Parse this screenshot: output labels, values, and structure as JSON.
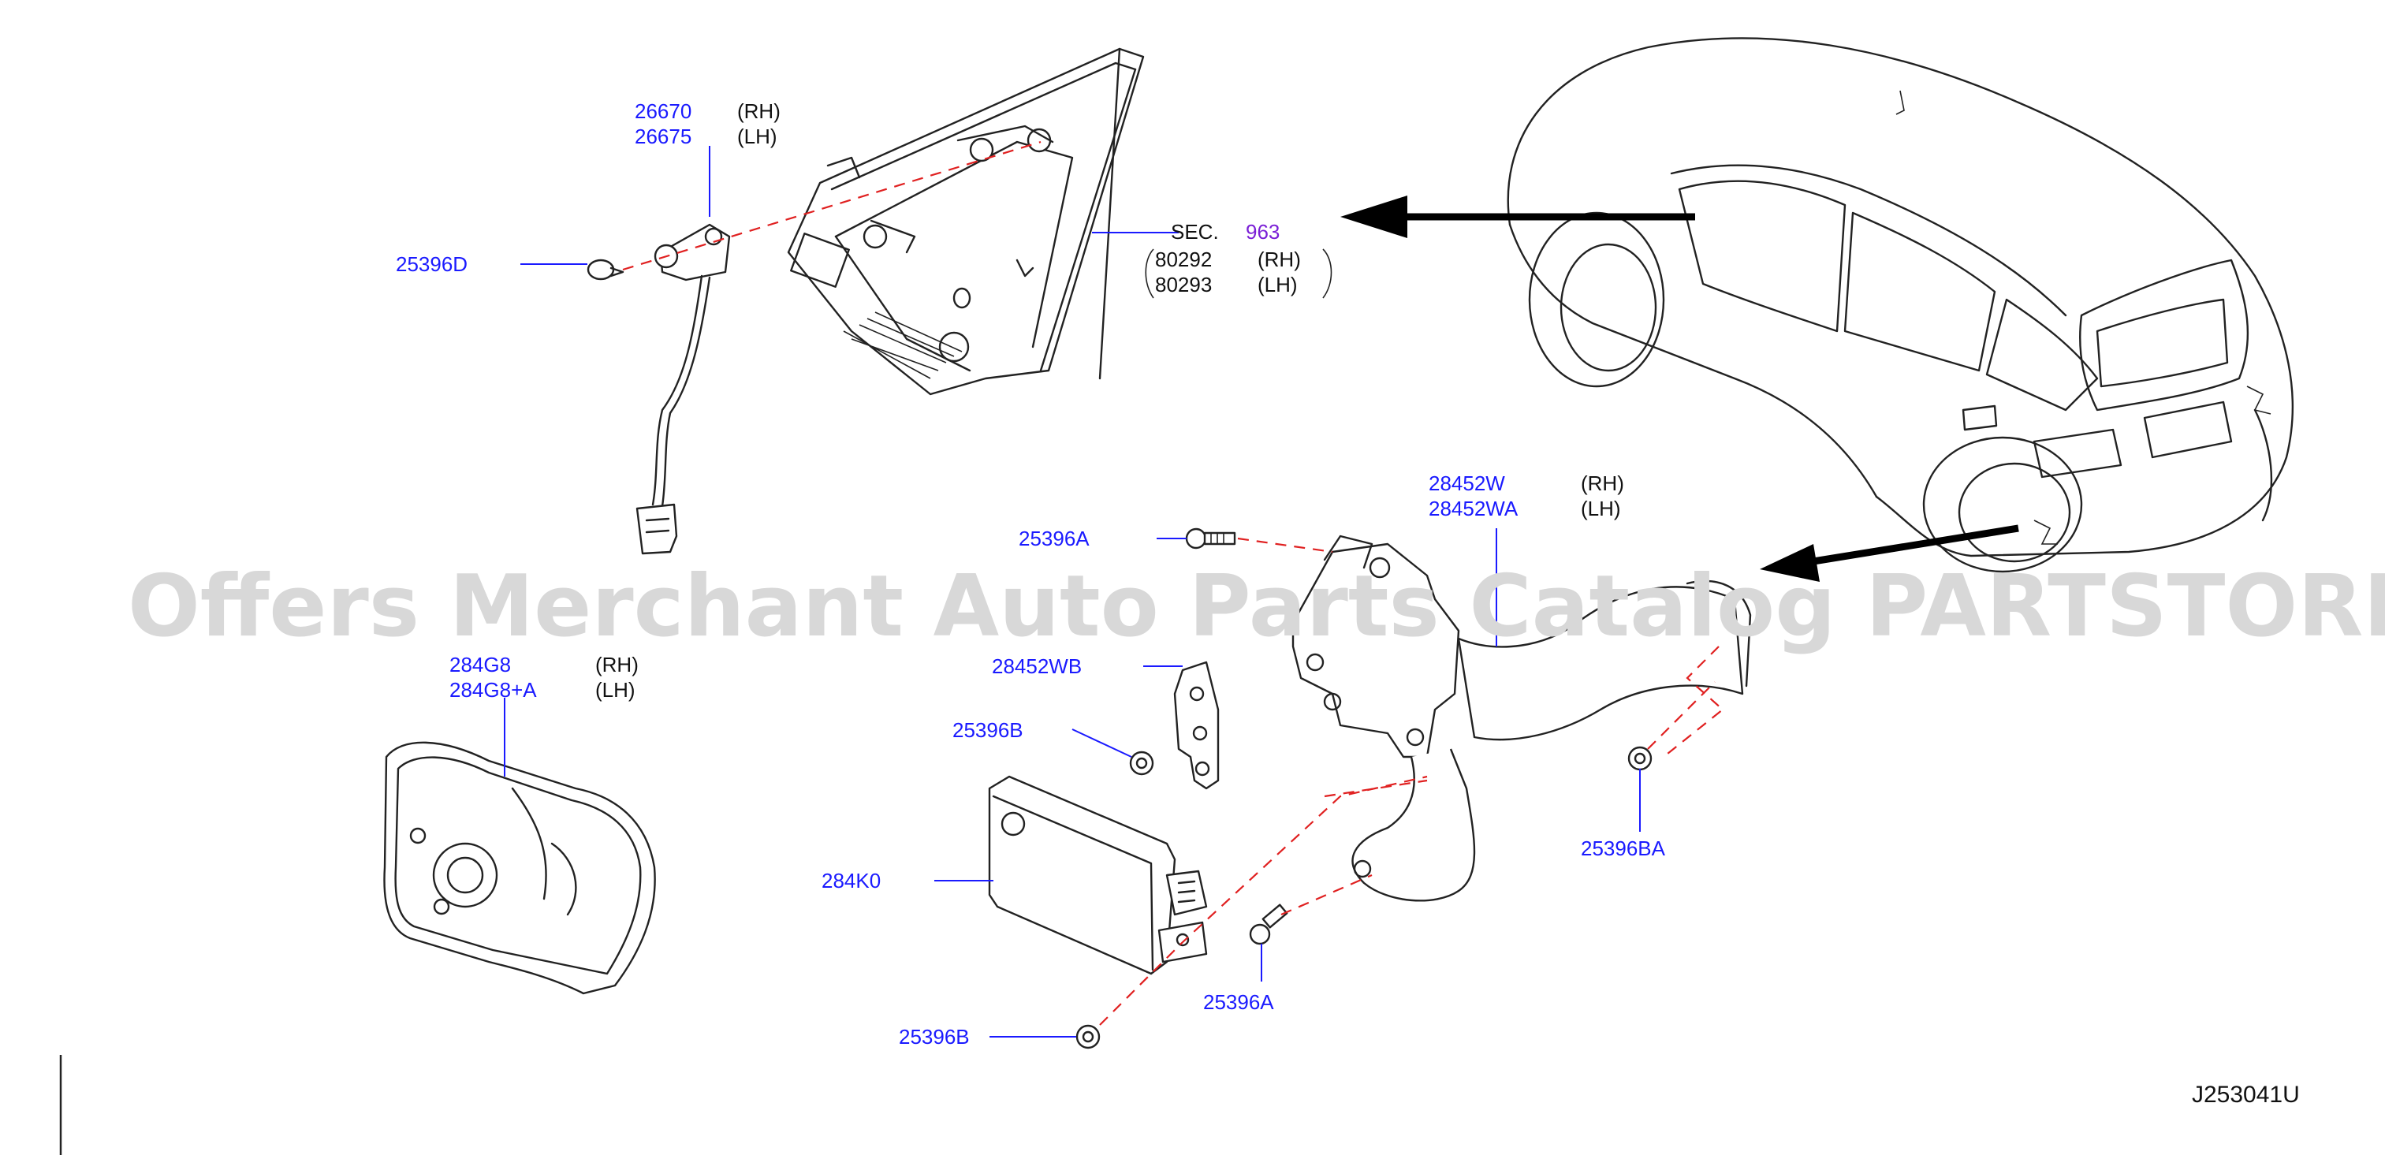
{
  "watermark": "Offers Merchant Auto Parts Catalog PARTSTORE.SA",
  "diagram_code": "J253041U",
  "section_ref": {
    "prefix": "SEC.",
    "number": "963",
    "parts": [
      {
        "part": "80292",
        "side": "(RH)"
      },
      {
        "part": "80293",
        "side": "(LH)"
      }
    ]
  },
  "callouts": {
    "c26670": {
      "part": "26670",
      "side": "(RH)"
    },
    "c26675": {
      "part": "26675",
      "side": "(LH)"
    },
    "c25396D": {
      "part": "25396D"
    },
    "c28452W": {
      "part": "28452W",
      "side": "(RH)"
    },
    "c28452WA": {
      "part": "28452WA",
      "side": "(LH)"
    },
    "c25396A_top": {
      "part": "25396A"
    },
    "c28452WB": {
      "part": "28452WB"
    },
    "c25396B_mid": {
      "part": "25396B"
    },
    "c284G8": {
      "part": "284G8",
      "side": "(RH)"
    },
    "c284G8A": {
      "part": "284G8+A",
      "side": "(LH)"
    },
    "c284K0": {
      "part": "284K0"
    },
    "c25396BA": {
      "part": "25396BA"
    },
    "c25396A_bot": {
      "part": "25396A"
    },
    "c25396B_bot": {
      "part": "25396B"
    }
  }
}
